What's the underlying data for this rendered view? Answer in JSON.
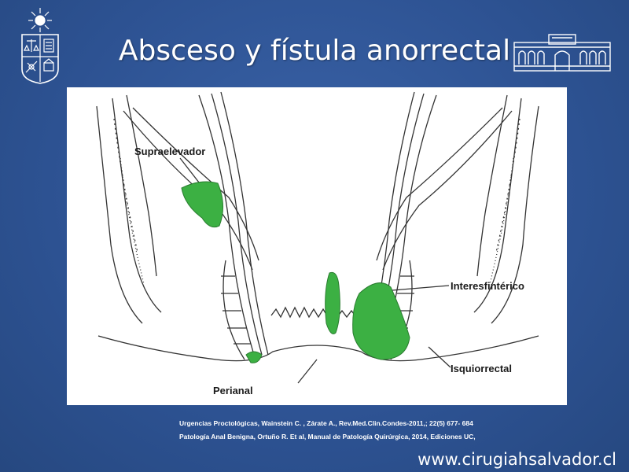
{
  "slide": {
    "title": "Absceso y fístula anorrectal",
    "website": "www.cirugiahsalvador.cl"
  },
  "diagram": {
    "labels": {
      "supraelevador": "Supraelevador",
      "interesfinterico": "Interesfintérico",
      "isquiorrectal": "Isquiorrectal",
      "perianal": "Perianal"
    },
    "abscess_color": "#3cb043"
  },
  "references": [
    "Urgencias Proctológicas, Wainstein C. , Zárate A., Rev.Med.Clin.Condes-2011,; 22(5) 677- 684",
    "Patología Anal Benigna, Ortuño R.  Et al, Manual de Patología Quirúrgica, 2014, Ediciones UC,"
  ],
  "colors": {
    "background": "#2f5597",
    "text": "#ffffff"
  },
  "icons": {
    "left_logo": "university-crest-icon",
    "right_logo": "hospital-building-icon"
  }
}
